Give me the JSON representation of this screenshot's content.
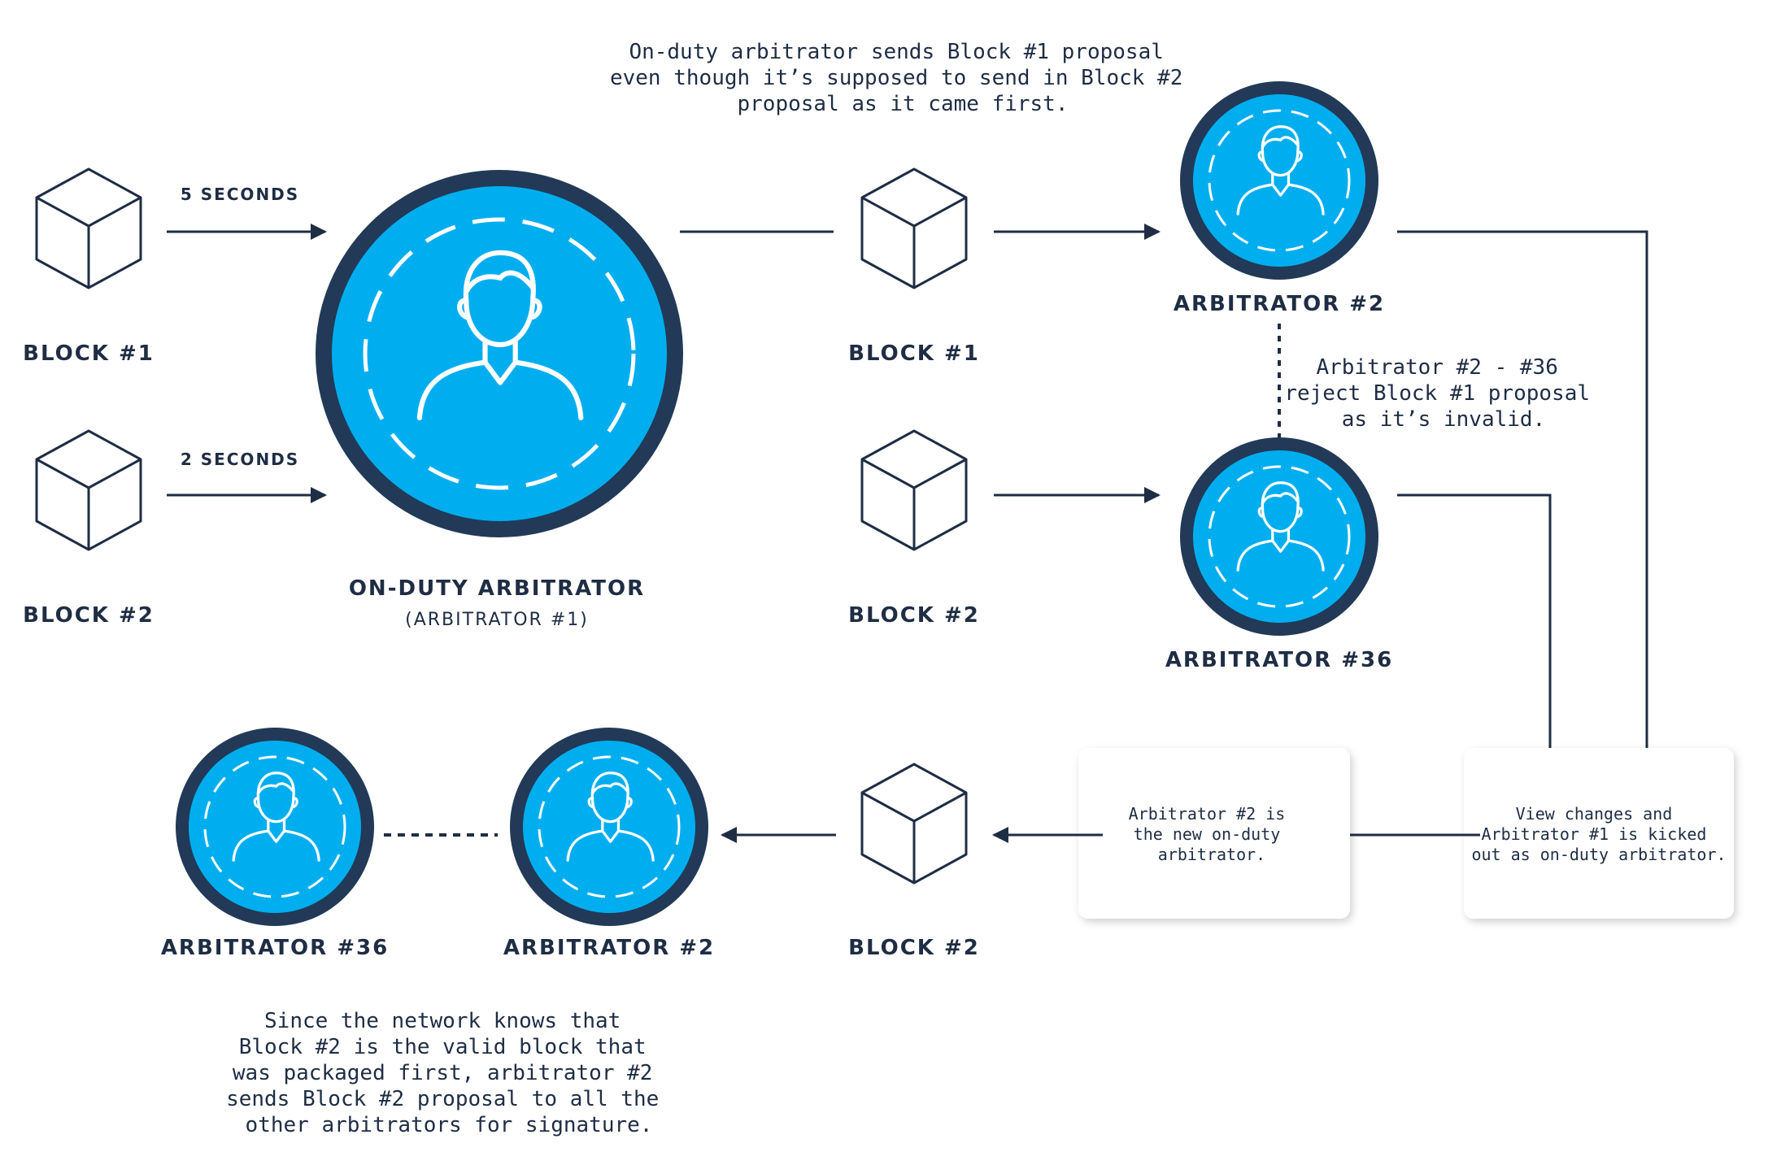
{
  "top_note": [
    "On-duty arbitrator sends Block #1 proposal",
    "even though it’s supposed to send in Block #2",
    "proposal as it came first."
  ],
  "blocks": {
    "left_block1": "BLOCK #1",
    "left_block2": "BLOCK #2",
    "mid_block1": "BLOCK #1",
    "mid_block2": "BLOCK #2",
    "bottom_block2": "BLOCK #2"
  },
  "timings": {
    "block1_delay": "5 SECONDS",
    "block2_delay": "2 SECONDS"
  },
  "on_duty": {
    "title": "ON-DUTY ARBITRATOR",
    "subtitle": "(ARBITRATOR #1)"
  },
  "arbitrators": {
    "top_arb2": "ARBITRATOR #2",
    "mid_arb36": "ARBITRATOR #36",
    "bottom_arb2": "ARBITRATOR #2",
    "bottom_arb36": "ARBITRATOR #36"
  },
  "reject_note": [
    "Arbitrator #2 - #36",
    "reject Block #1 proposal",
    "as it’s invalid."
  ],
  "box_view_changes": [
    "View changes and",
    "Arbitrator #1 is kicked",
    "out as on-duty arbitrator."
  ],
  "box_new_onduty": [
    "Arbitrator #2 is",
    "the new on-duty",
    "arbitrator."
  ],
  "bottom_note": [
    "Since the network knows that",
    "Block #2 is the valid block that",
    "was packaged first, arbitrator #2",
    "sends Block #2 proposal to all the",
    "other arbitrators for signature."
  ],
  "colors": {
    "navy": "#1f2d44",
    "ring": "#223a57",
    "blue": "#00aeef",
    "white": "#ffffff"
  },
  "icons": {
    "block": "cube-icon",
    "arbitrator": "person-icon"
  }
}
